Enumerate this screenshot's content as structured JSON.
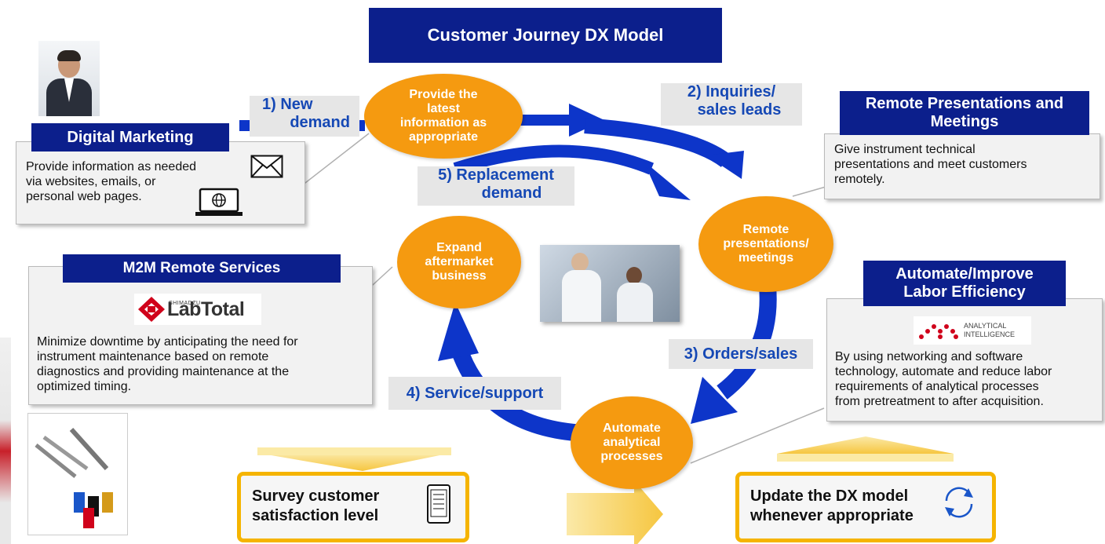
{
  "title": "Customer Journey DX Model",
  "steps": {
    "s1": [
      "1) New",
      "demand"
    ],
    "s2": [
      "2)  Inquiries/",
      "sales leads"
    ],
    "s3": "3) Orders/sales",
    "s4": "4) Service/support",
    "s5": [
      "5) Replacement",
      "demand"
    ]
  },
  "ovals": {
    "provide": [
      "Provide the",
      "latest",
      "information as",
      "appropriate"
    ],
    "remote": [
      "Remote",
      "presentations/",
      "meetings"
    ],
    "automate": [
      "Automate",
      "analytical",
      "processes"
    ],
    "expand": [
      "Expand",
      "aftermarket",
      "business"
    ]
  },
  "digital_marketing": {
    "title": "Digital Marketing",
    "text": [
      "Provide information as needed",
      "via websites, emails, or",
      "personal web pages."
    ]
  },
  "remote_presentations": {
    "title": [
      "Remote Presentations and",
      "Meetings"
    ],
    "text": [
      "Give instrument technical",
      "presentations and meet customers",
      "remotely."
    ]
  },
  "m2m": {
    "title": "M2M Remote Services",
    "logo_small": "SHIMADZU",
    "logo_big": "LabTotal",
    "text": [
      "Minimize downtime by anticipating the need for",
      "instrument maintenance based on remote",
      "diagnostics and providing maintenance at the",
      "optimized timing."
    ]
  },
  "automate_improve": {
    "title": [
      "Automate/Improve",
      "Labor Efficiency"
    ],
    "logo": [
      "ANALYTICAL",
      "INTELLIGENCE"
    ],
    "text": [
      "By using networking and software",
      "technology, automate and reduce labor",
      "requirements of analytical processes",
      "from pretreatment to after acquisition."
    ]
  },
  "survey": [
    "Survey customer",
    "satisfaction level"
  ],
  "update": [
    "Update the DX model",
    "whenever appropriate"
  ],
  "icons": [
    "envelope-icon",
    "laptop-icon",
    "tablet-checklist-icon",
    "refresh-cycle-icon"
  ],
  "colors": {
    "navy": "#0c1f8c",
    "orange": "#f59a10",
    "arrow_blue": "#0d35c9",
    "gold": "#f5b400",
    "label_blue": "#1548b5"
  }
}
